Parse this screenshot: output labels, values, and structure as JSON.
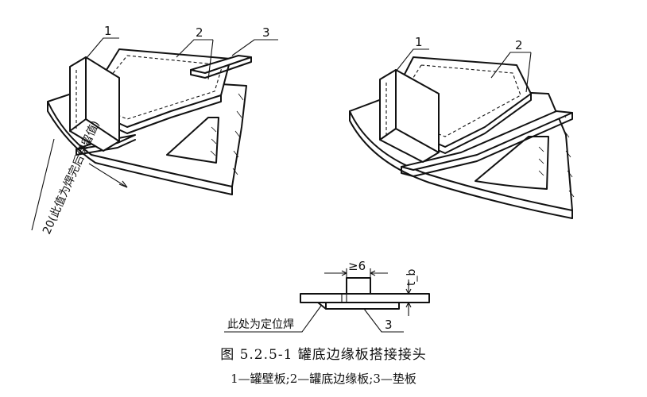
{
  "figure": {
    "title": "图 5.2.5-1   罐底边缘板搭接接头",
    "legend": "1—罐壁板;2—罐底边缘板;3—垫板"
  },
  "left_view": {
    "labels": [
      "1",
      "2",
      "3"
    ],
    "note": "20(此值为焊完后保留值)"
  },
  "right_view": {
    "labels": [
      "1",
      "2"
    ]
  },
  "section": {
    "gap_label": "≥6",
    "thickness_label": "t_b",
    "tack_weld_note": "此处为定位焊",
    "label": "3"
  }
}
